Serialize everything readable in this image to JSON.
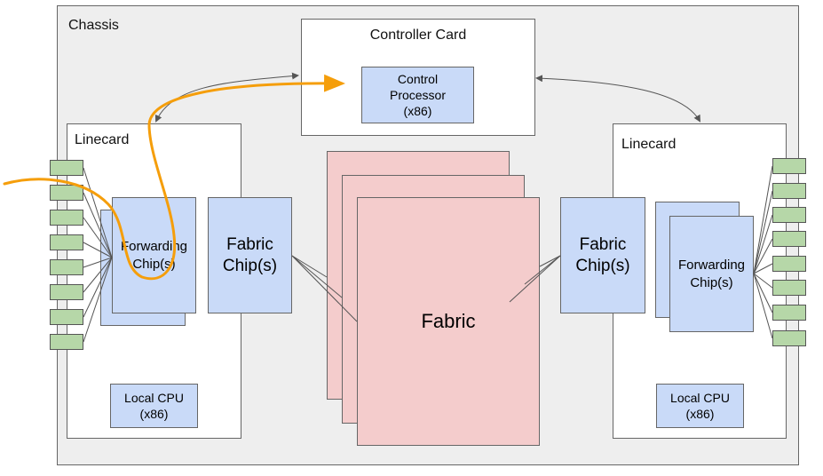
{
  "chassis": {
    "label": "Chassis"
  },
  "controller_card": {
    "label": "Controller Card",
    "control_processor": {
      "line1": "Control",
      "line2": "Processor",
      "line3": "(x86)"
    }
  },
  "left_linecard": {
    "label": "Linecard",
    "forwarding": {
      "line1": "Forwarding",
      "line2": "Chip(s)"
    },
    "fabric": {
      "line1": "Fabric",
      "line2": "Chip(s)"
    },
    "cpu": {
      "line1": "Local CPU",
      "line2": "(x86)"
    }
  },
  "right_linecard": {
    "label": "Linecard",
    "forwarding": {
      "line1": "Forwarding",
      "line2": "Chip(s)"
    },
    "fabric": {
      "line1": "Fabric",
      "line2": "Chip(s)"
    },
    "cpu": {
      "line1": "Local CPU",
      "line2": "(x86)"
    }
  },
  "fabric": {
    "label": "Fabric"
  },
  "colors": {
    "chip_blue": "#c9daf8",
    "fabric_pink": "#f4cccc",
    "port_green": "#b6d7a8",
    "path_orange": "#f59e0b",
    "chassis_gray": "#eeeeee"
  }
}
